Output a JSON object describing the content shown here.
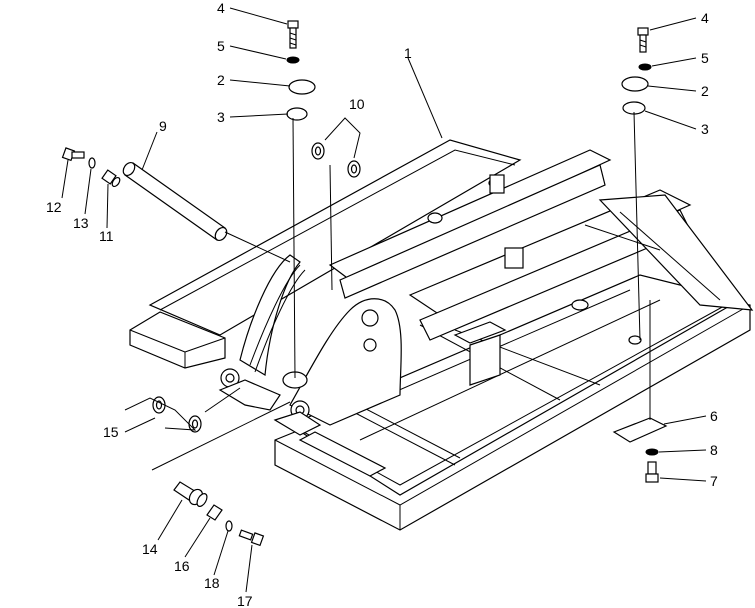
{
  "callouts": {
    "c1": "1",
    "c2_left": "2",
    "c2_right": "2",
    "c3_left": "3",
    "c3_right": "3",
    "c4_left": "4",
    "c4_right": "4",
    "c5_left": "5",
    "c5_right": "5",
    "c6": "6",
    "c7": "7",
    "c8": "8",
    "c9": "9",
    "c10": "10",
    "c11": "11",
    "c12": "12",
    "c13": "13",
    "c14": "14",
    "c15": "15",
    "c16": "16",
    "c17": "17",
    "c18": "18"
  }
}
